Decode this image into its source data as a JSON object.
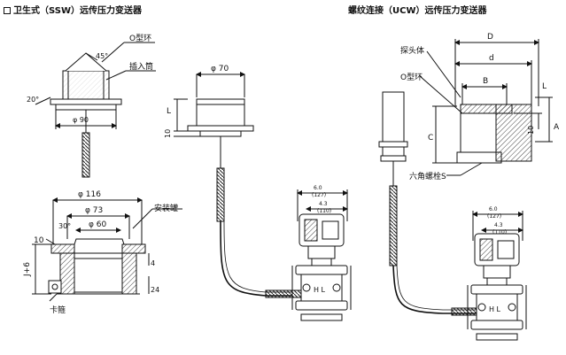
{
  "titles": {
    "left": "卫生式（SSW）远传压力变送器",
    "right": "螺纹连接（UCW）远传压力变送器"
  },
  "flush": {
    "oring": "O型环",
    "insert_tube": "插入筒",
    "angle_top": "45°",
    "angle_side": "20°",
    "dia_90": "φ 90"
  },
  "clamp": {
    "dia_116": "φ 116",
    "dia_73": "φ 73",
    "dia_60": "φ 60",
    "angle": "30°",
    "mount_tank": "安装罐",
    "dim_10": "10",
    "dim_4": "4",
    "dim_24": "24",
    "dim_j6": "J+6",
    "clamp_label": "卡箍"
  },
  "seal": {
    "dia_70": "φ 70",
    "dim_l": "L",
    "dim_10": "10"
  },
  "tx_left": {
    "d1": "6.0",
    "d1b": "(127)",
    "d2": "4.3",
    "d2b": "(110)",
    "hl": "H L"
  },
  "thread": {
    "D": "D",
    "d": "d",
    "B": "B",
    "C": "C",
    "L": "L",
    "A": "A",
    "ten": "10",
    "probe": "探头体",
    "oring": "O型环",
    "hex": "六角螺栓S"
  },
  "tx_right": {
    "d1": "6.0",
    "d1b": "(127)",
    "d2": "4.3",
    "d2b": "(110)",
    "hl": "H L"
  }
}
